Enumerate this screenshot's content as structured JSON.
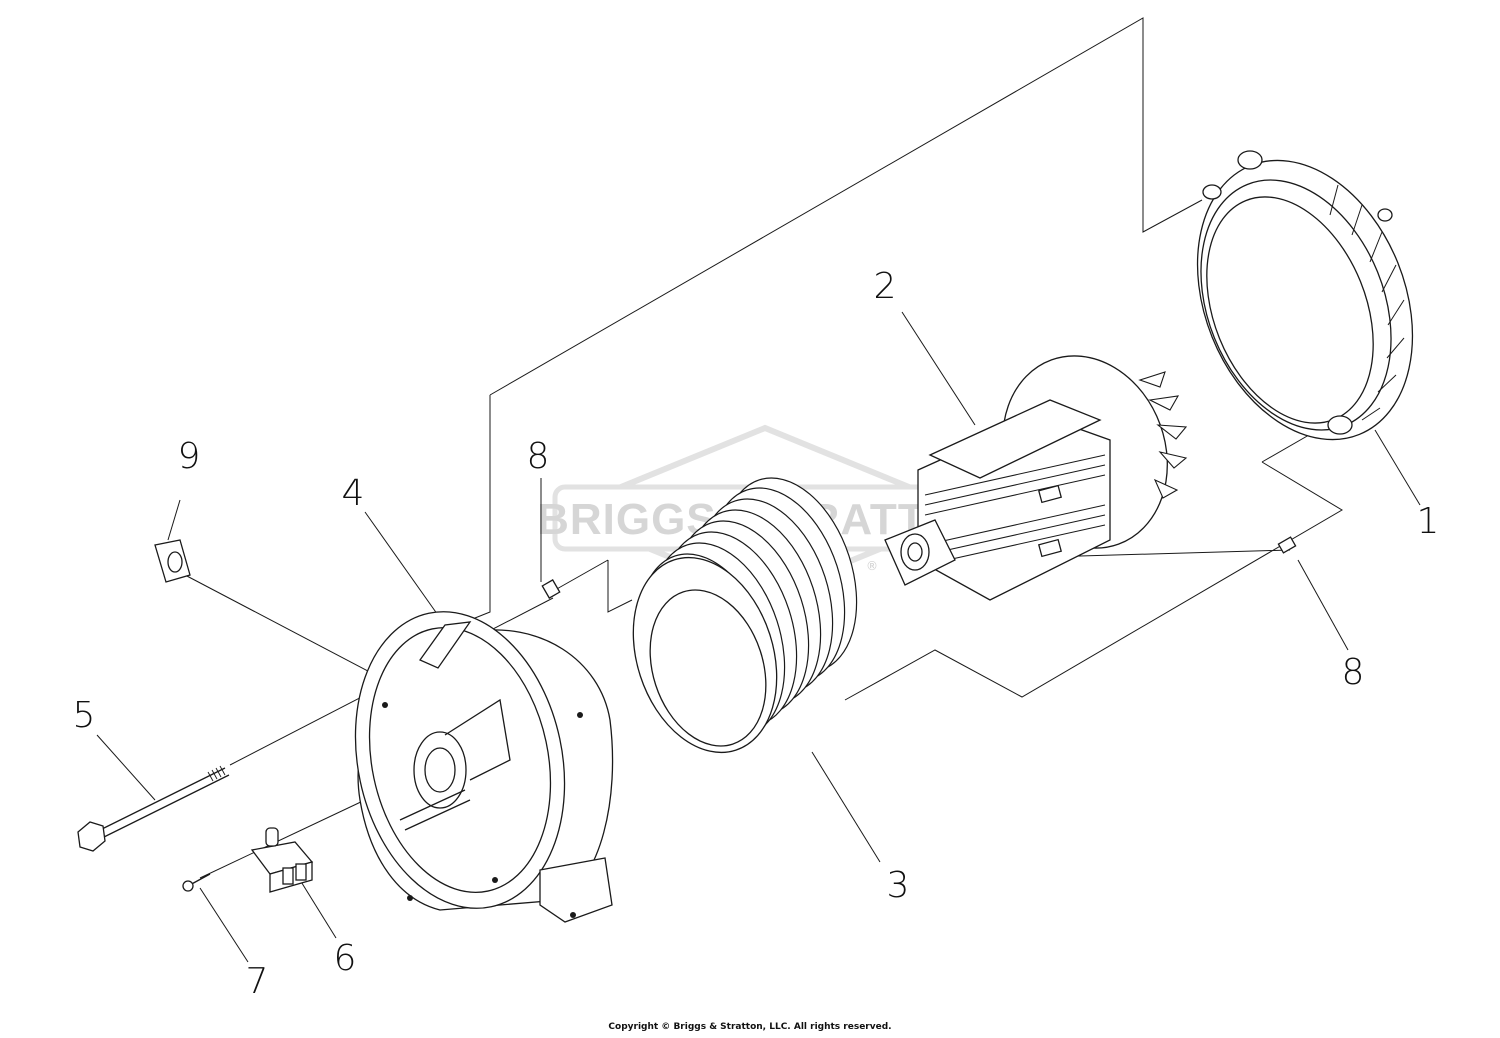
{
  "watermark": {
    "text": "BRIGGS&STRATTON",
    "registered": "®"
  },
  "callouts": [
    {
      "id": "c1",
      "label": "1"
    },
    {
      "id": "c2",
      "label": "2"
    },
    {
      "id": "c3",
      "label": "3"
    },
    {
      "id": "c4",
      "label": "4"
    },
    {
      "id": "c5",
      "label": "5"
    },
    {
      "id": "c6",
      "label": "6"
    },
    {
      "id": "c7",
      "label": "7"
    },
    {
      "id": "c8a",
      "label": "8"
    },
    {
      "id": "c8b",
      "label": "8"
    },
    {
      "id": "c9",
      "label": "9"
    }
  ],
  "copyright": "Copyright © Briggs & Stratton, LLC. All rights reserved."
}
